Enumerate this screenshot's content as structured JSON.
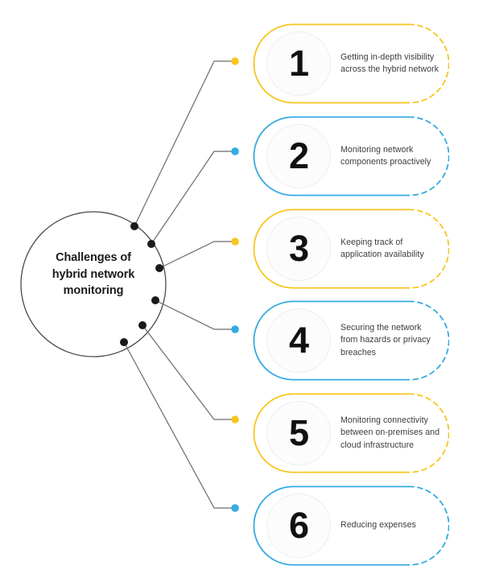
{
  "diagram": {
    "type": "radial-mindmap",
    "hub": {
      "label": "Challenges of\nhybrid network\nmonitoring",
      "line1": "Challenges of",
      "line2": "hybrid network",
      "line3": "monitoring"
    },
    "colors": {
      "yellow": "#F7C61E",
      "blue": "#33ABE3",
      "connector": "#6b6b6b",
      "hub_ring": "#4a4a4a",
      "number": "#111111",
      "text": "#3c3c3c",
      "num_ring": "#eeeeee",
      "background": "#ffffff"
    },
    "items": [
      {
        "number": "1",
        "accent": "#F7C61E",
        "accent_name": "yellow",
        "lines": [
          "Getting in-depth visibility",
          "across the hybrid network"
        ],
        "text": "Getting in-depth visibility across the hybrid network"
      },
      {
        "number": "2",
        "accent": "#33ABE3",
        "accent_name": "blue",
        "lines": [
          "Monitoring network",
          "components proactively"
        ],
        "text": "Monitoring network components proactively"
      },
      {
        "number": "3",
        "accent": "#F7C61E",
        "accent_name": "yellow",
        "lines": [
          "Keeping track of",
          "application availability"
        ],
        "text": "Keeping track of application availability"
      },
      {
        "number": "4",
        "accent": "#33ABE3",
        "accent_name": "blue",
        "lines": [
          "Securing the network",
          "from hazards or privacy",
          "breaches"
        ],
        "text": "Securing the network from hazards or privacy breaches"
      },
      {
        "number": "5",
        "accent": "#F7C61E",
        "accent_name": "yellow",
        "lines": [
          "Monitoring connectivity",
          "between on-premises and",
          "cloud infrastructure"
        ],
        "text": "Monitoring connectivity between on-premises and cloud infrastructure"
      },
      {
        "number": "6",
        "accent": "#33ABE3",
        "accent_name": "blue",
        "lines": [
          "Reducing expenses"
        ],
        "text": "Reducing expenses"
      }
    ]
  }
}
